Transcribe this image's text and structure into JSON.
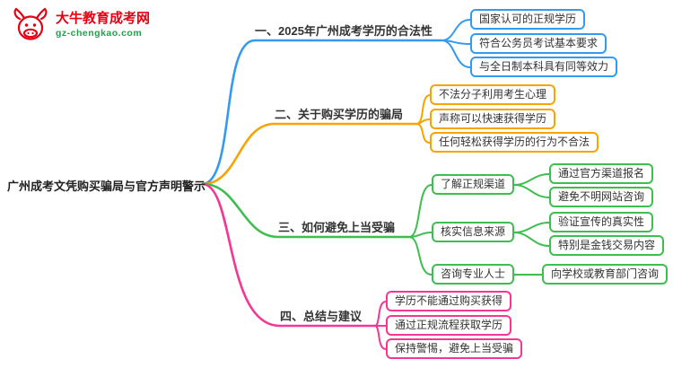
{
  "logo": {
    "brand": "大牛教育成考网",
    "domain": "gz-chengkao.com",
    "brand_color": "#E60012",
    "domain_color": "#1FA24A",
    "icon": "bull-icon"
  },
  "root": {
    "label": "广州成考文凭购买骗局与官方声明警示"
  },
  "branches": [
    {
      "label": "一、2025年广州成考学历的合法性",
      "color": "#339AF0",
      "children": [
        {
          "label": "国家认可的正规学历"
        },
        {
          "label": "符合公务员考试基本要求"
        },
        {
          "label": "与全日制本科具有同等效力"
        }
      ]
    },
    {
      "label": "二、关于购买学历的骗局",
      "color": "#F7A300",
      "children": [
        {
          "label": "不法分子利用考生心理"
        },
        {
          "label": "声称可以快速获得学历"
        },
        {
          "label": "任何轻松获得学历的行为不合法"
        }
      ]
    },
    {
      "label": "三、如何避免上当受骗",
      "color": "#3EBE50",
      "children": [
        {
          "label": "了解正规渠道",
          "children": [
            {
              "label": "通过官方渠道报名"
            },
            {
              "label": "避免不明网站咨询"
            }
          ]
        },
        {
          "label": "核实信息来源",
          "children": [
            {
              "label": "验证宣传的真实性"
            },
            {
              "label": "特别是金钱交易内容"
            }
          ]
        },
        {
          "label": "咨询专业人士",
          "children": [
            {
              "label": "向学校或教育部门咨询"
            }
          ]
        }
      ]
    },
    {
      "label": "四、总结与建议",
      "color": "#F53693",
      "children": [
        {
          "label": "学历不能通过购买获得"
        },
        {
          "label": "通过正规流程获取学历"
        },
        {
          "label": "保持警惕，避免上当受骗"
        }
      ]
    }
  ]
}
